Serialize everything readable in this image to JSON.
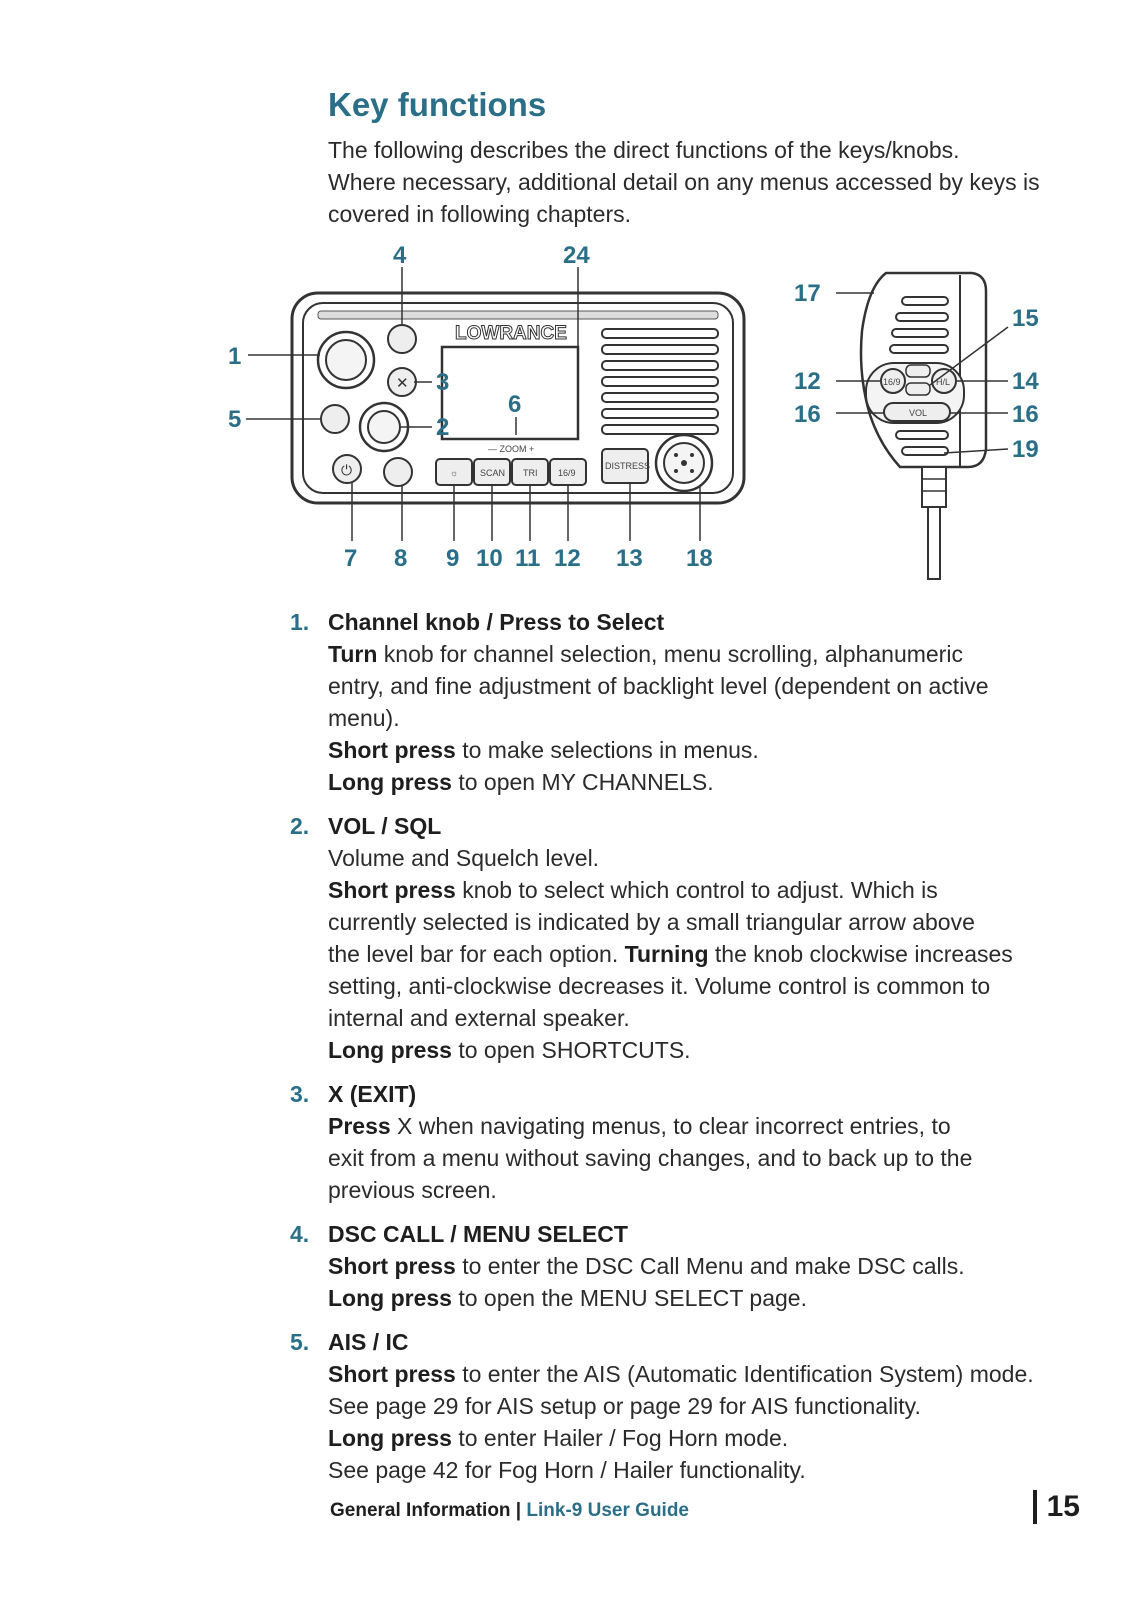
{
  "heading": "Key functions",
  "intro_lines": [
    "The following describes the direct functions of the keys/knobs.",
    "Where necessary, additional detail on any menus accessed by keys is",
    "covered in following chapters."
  ],
  "figure": {
    "brand": "LOWRANCE",
    "zoom_label": "— ZOOM +",
    "keys": {
      "scan": "SCAN",
      "tri": "TRI",
      "ch16": "16/9",
      "distress": "DISTRESS",
      "handset_169": "16/9",
      "handset_hl": "H/L",
      "handset_vol": "VOL"
    },
    "callouts": {
      "c1": "1",
      "c2": "2",
      "c3": "3",
      "c4": "4",
      "c5": "5",
      "c6": "6",
      "c7": "7",
      "c8": "8",
      "c9": "9",
      "c10": "10",
      "c11": "11",
      "c12": "12",
      "c13": "13",
      "c18": "18",
      "c24": "24",
      "h17": "17",
      "h15": "15",
      "h12": "12",
      "h14": "14",
      "h16a": "16",
      "h16b": "16",
      "h19": "19"
    }
  },
  "items": [
    {
      "num": "1.",
      "title": "Channel knob / Press to Select",
      "lines": [
        {
          "bold": "Turn",
          "text": " knob for channel selection, menu scrolling, alphanumeric"
        },
        {
          "bold": "",
          "text": "entry, and fine adjustment of backlight level (dependent on active"
        },
        {
          "bold": "",
          "text": "menu)."
        },
        {
          "bold": "Short press",
          "text": " to make selections in menus."
        },
        {
          "bold": "Long press",
          "text": " to open MY CHANNELS."
        }
      ]
    },
    {
      "num": "2.",
      "title": "VOL / SQL",
      "lines": [
        {
          "bold": "",
          "text": "Volume and Squelch level."
        },
        {
          "bold": "Short press",
          "text": " knob to select which control to adjust. Which is"
        },
        {
          "bold": "",
          "text": "currently selected is indicated by a small triangular arrow above"
        },
        {
          "bold": "",
          "text": "the level bar for each option. ",
          "bold2": "Turning",
          "text2": " the knob clockwise increases"
        },
        {
          "bold": "",
          "text": "setting, anti-clockwise decreases it. Volume control is common to"
        },
        {
          "bold": "",
          "text": "internal and external speaker."
        },
        {
          "bold": "Long press",
          "text": " to open SHORTCUTS."
        }
      ]
    },
    {
      "num": "3.",
      "title": "X (EXIT)",
      "lines": [
        {
          "bold": "Press",
          "text": " X when navigating menus, to clear incorrect entries, to"
        },
        {
          "bold": "",
          "text": "exit from a menu without saving changes, and to back up to the"
        },
        {
          "bold": "",
          "text": "previous screen."
        }
      ]
    },
    {
      "num": "4.",
      "title": "DSC CALL / MENU SELECT",
      "lines": [
        {
          "bold": "Short press",
          "text": " to enter the DSC Call Menu and make DSC calls."
        },
        {
          "bold": "Long press",
          "text": " to open the MENU SELECT page."
        }
      ]
    },
    {
      "num": "5.",
      "title": "AIS / IC",
      "lines": [
        {
          "bold": "Short press",
          "text": " to enter the AIS (Automatic Identification System) mode."
        },
        {
          "bold": "",
          "text": "See page 29 for AIS setup or page 29 for AIS functionality."
        },
        {
          "bold": "Long press",
          "text": " to enter Hailer / Fog Horn mode."
        },
        {
          "bold": "",
          "text": "See page 42 for Fog Horn / Hailer functionality."
        }
      ]
    }
  ],
  "footer": {
    "section": "General Information",
    "separator": " | ",
    "guide": "Link-9 User Guide",
    "page": "15"
  }
}
